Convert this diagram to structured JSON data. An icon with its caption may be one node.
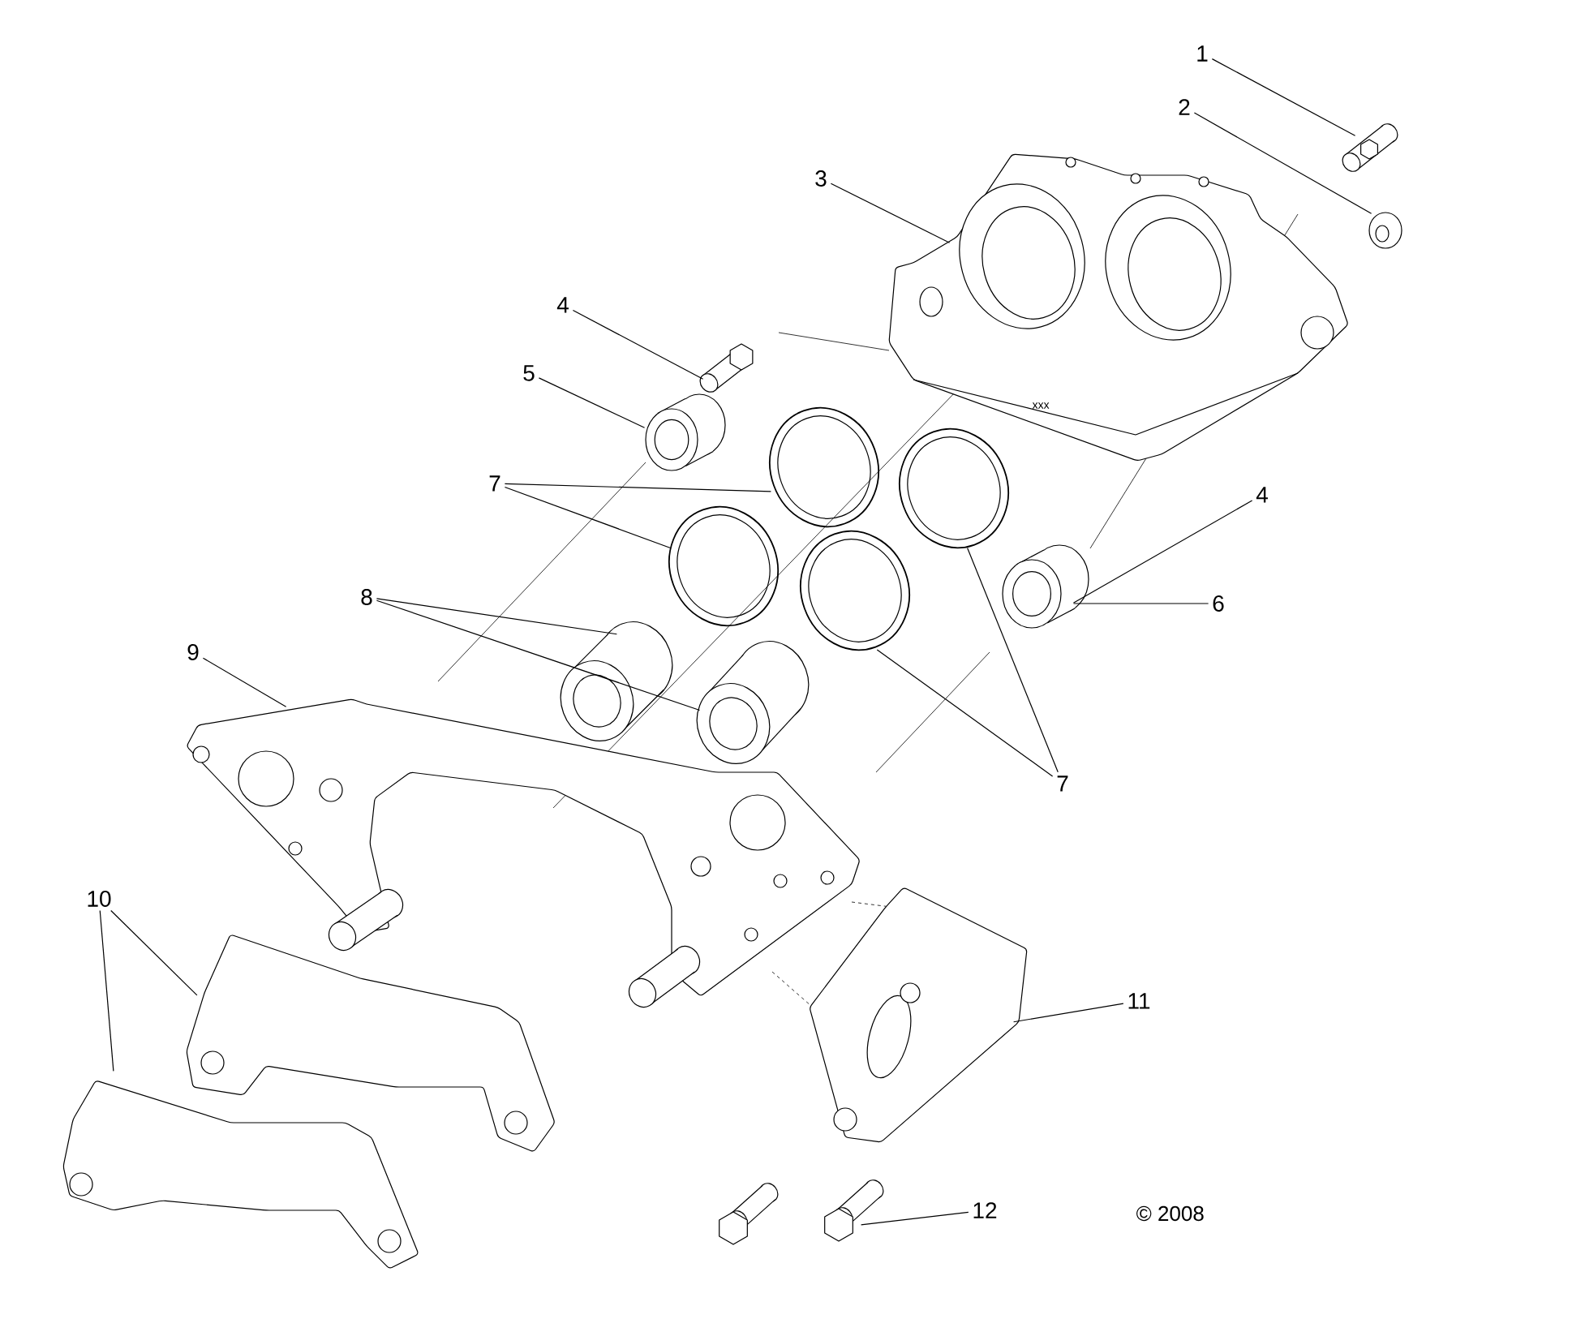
{
  "diagram": {
    "nodes": [
      {
        "text": [
          "1"
        ]
      },
      {
        "text": [],
        "shape": "picture"
      },
      {
        "text": [
          "2"
        ]
      },
      {
        "text": [],
        "shape": "picture"
      },
      {
        "text": [
          "3"
        ]
      },
      {
        "text": [],
        "shape": "picture"
      },
      {
        "text": [
          "4"
        ]
      },
      {
        "text": [],
        "shape": "picture"
      },
      {
        "text": [
          "5"
        ]
      },
      {
        "text": [],
        "shape": "picture"
      },
      {
        "text": [
          "7"
        ]
      },
      {
        "text": [],
        "shape": "picture"
      },
      {
        "text": [],
        "shape": "picture"
      },
      {
        "text": [],
        "shape": "picture"
      },
      {
        "text": [],
        "shape": "picture"
      },
      {
        "text": [
          "8"
        ]
      },
      {
        "text": [],
        "shape": "picture"
      },
      {
        "text": [],
        "shape": "picture"
      },
      {
        "text": [
          "9"
        ]
      },
      {
        "text": [],
        "shape": "picture"
      },
      {
        "text": [
          "4"
        ]
      },
      {
        "text": [
          "6"
        ]
      },
      {
        "text": [],
        "shape": "picture"
      },
      {
        "text": [
          "7"
        ]
      },
      {
        "text": [
          "10"
        ]
      },
      {
        "text": [],
        "shape": "picture"
      },
      {
        "text": [],
        "shape": "picture"
      },
      {
        "text": [
          "11"
        ]
      },
      {
        "text": [],
        "shape": "picture"
      },
      {
        "text": [
          "12"
        ]
      },
      {
        "text": [],
        "shape": "picture"
      }
    ],
    "edges": [
      {
        "from": 0,
        "to": 1,
        "arrow": "none"
      },
      {
        "from": 2,
        "to": 3,
        "arrow": "none"
      },
      {
        "from": 4,
        "to": 5,
        "arrow": "none"
      },
      {
        "from": 6,
        "to": 7,
        "arrow": "none"
      },
      {
        "from": 8,
        "to": 9,
        "arrow": "none"
      },
      {
        "from": 10,
        "to": 11,
        "arrow": "none"
      },
      {
        "from": 10,
        "to": 12,
        "arrow": "none"
      },
      {
        "from": 15,
        "to": 16,
        "arrow": "none"
      },
      {
        "from": 15,
        "to": 17,
        "arrow": "none"
      },
      {
        "from": 18,
        "to": 19,
        "arrow": "none"
      },
      {
        "from": 20,
        "to": 22,
        "arrow": "none"
      },
      {
        "from": 21,
        "to": 22,
        "arrow": "none"
      },
      {
        "from": 23,
        "to": 13,
        "arrow": "none"
      },
      {
        "from": 23,
        "to": 14,
        "arrow": "none"
      },
      {
        "from": 24,
        "to": 25,
        "arrow": "none"
      },
      {
        "from": 24,
        "to": 26,
        "arrow": "none"
      },
      {
        "from": 27,
        "to": 28,
        "arrow": "none"
      },
      {
        "from": 29,
        "to": 30,
        "arrow": "none"
      }
    ],
    "labels": [
      "xxx",
      "© 2008"
    ]
  }
}
